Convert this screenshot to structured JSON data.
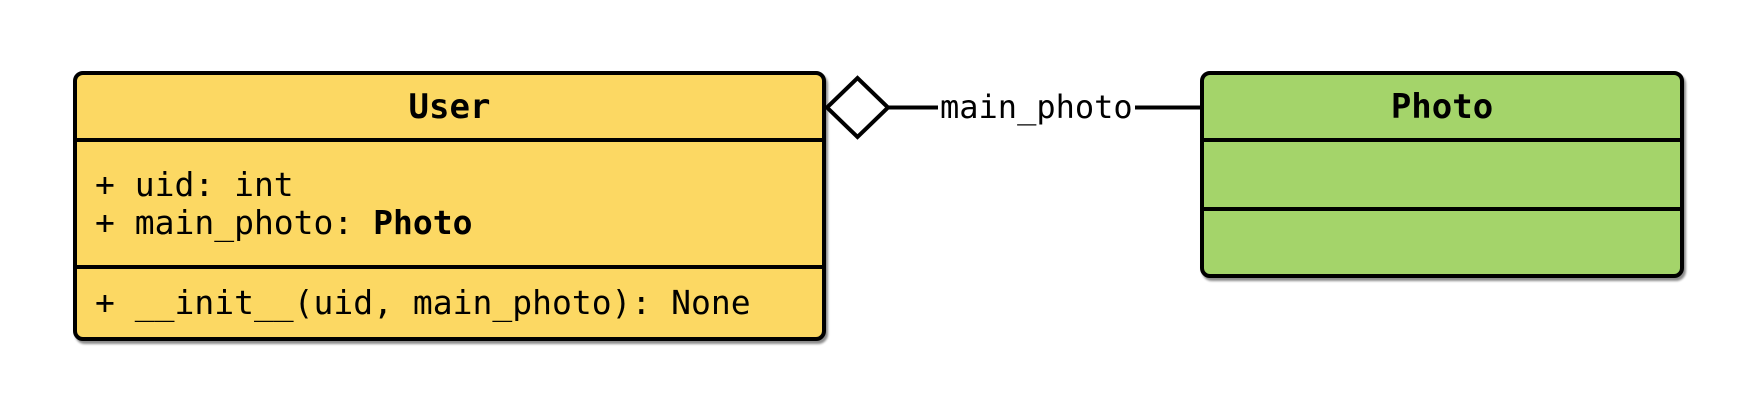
{
  "diagram": {
    "type": "uml-class-diagram",
    "background_color": "#ffffff",
    "line_color": "#000000",
    "user_class": {
      "title": "User",
      "fill_color": "#FCD863",
      "attributes": {
        "attr1": "+ uid: int",
        "attr2_prefix": "+ main_photo: ",
        "attr2_type": "Photo"
      },
      "methods": {
        "method1": "+ __init__(uid, main_photo): None"
      }
    },
    "photo_class": {
      "title": "Photo",
      "fill_color": "#A4D46A",
      "attributes": {},
      "methods": {}
    },
    "relationship": {
      "kind": "aggregation",
      "marker": "hollow-diamond",
      "label": "main_photo",
      "from": "User",
      "to": "Photo"
    }
  }
}
